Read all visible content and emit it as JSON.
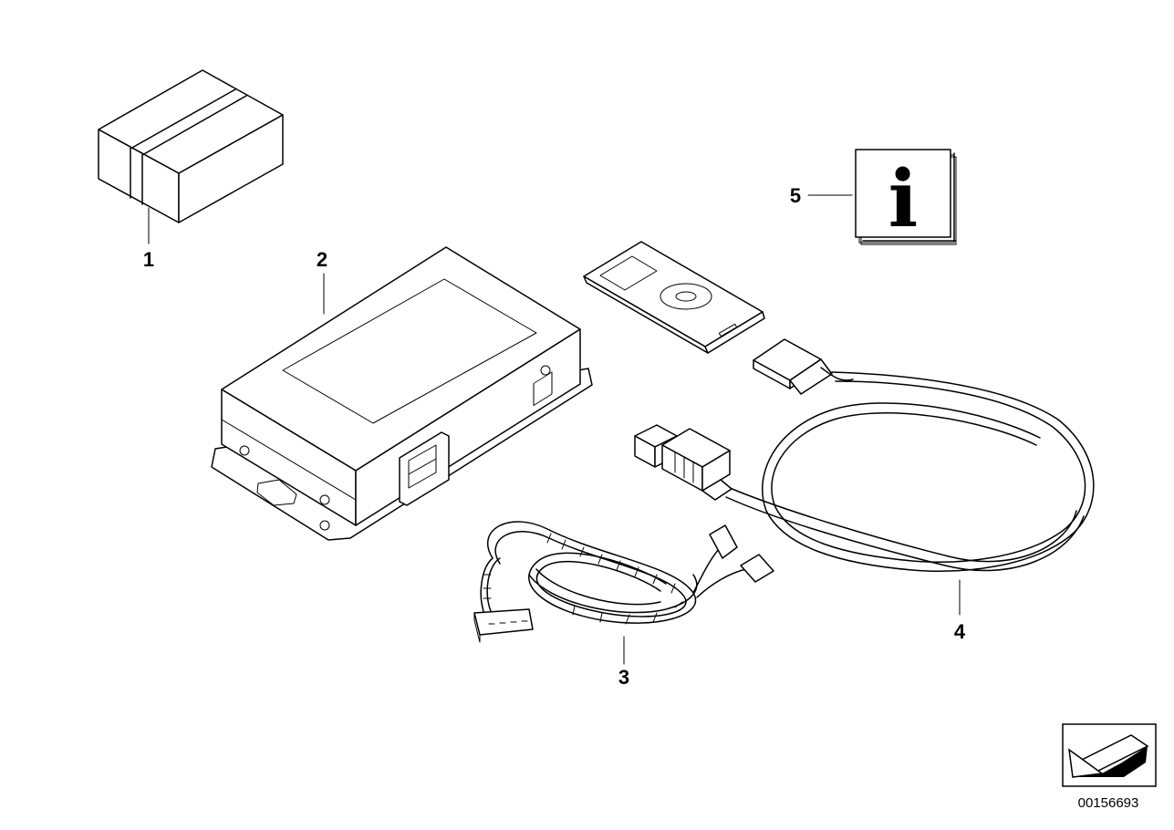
{
  "callouts": [
    {
      "number": "1",
      "part": "packaging-box"
    },
    {
      "number": "2",
      "part": "control-unit"
    },
    {
      "number": "3",
      "part": "wiring-harness"
    },
    {
      "number": "4",
      "part": "usb-ipod-cable"
    },
    {
      "number": "5",
      "part": "info-manual"
    }
  ],
  "info_symbol": "i",
  "document_number": "00156693",
  "colors": {
    "line": "#000000",
    "background": "#ffffff"
  }
}
